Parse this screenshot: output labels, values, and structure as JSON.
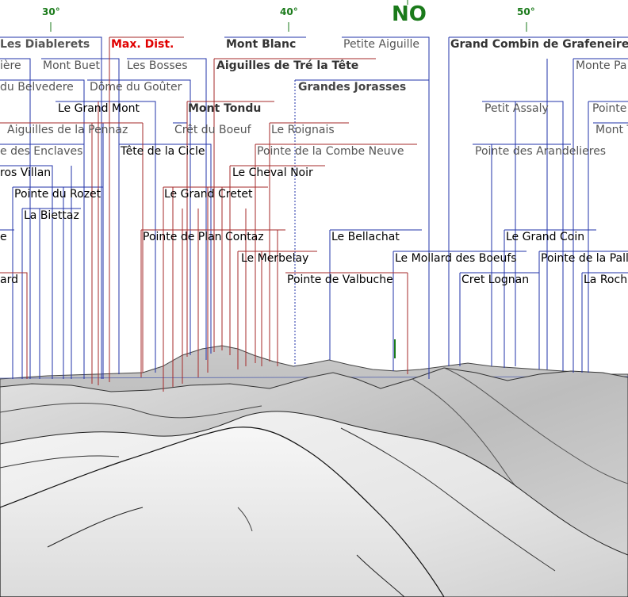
{
  "compass": {
    "deg30": "30°",
    "deg40": "40°",
    "dir": "NO",
    "deg50": "50°"
  },
  "colors": {
    "blue_leader": "#2233aa",
    "red_leader": "#a52a2a",
    "compass_green": "#1a7a1a",
    "max_dist_red": "#e00000"
  },
  "peaks": {
    "les_diablerets": "Les Diablerets",
    "max_dist": "Max. Dist.",
    "mont_blanc": "Mont Blanc",
    "petite_aiguille": "Petite Aiguille",
    "grand_combin": "Grand Combin de Grafeneire",
    "iere": "ière",
    "mont_buet": "Mont Buet",
    "les_bosses": "Les Bosses",
    "aiguilles_tre_la_tete": "Aiguilles de Tré la Tête",
    "monte_pa": "Monte Pa",
    "du_belvedere": "du Belvedere",
    "dome_du_gouter": "Dôme du Goûter",
    "grandes_jorasses": "Grandes Jorasses",
    "le_grand_mont": "Le Grand Mont",
    "mont_tondu": "Mont Tondu",
    "petit_assaly": "Petit Assaly",
    "pointe_cut": "Pointe",
    "aiguilles_pennaz": "Aiguilles de la Pennaz",
    "cret_du_boeuf": "Crêt du Boeuf",
    "le_roignais": "Le Roignais",
    "mont_t": "Mont T",
    "des_enclaves": "e des Enclaves",
    "tete_de_la_cicle": "Tête de la Cicle",
    "pointe_combe_neuve": "Pointe de la Combe Neuve",
    "pointe_arandelieres": "Pointe des Arandelieres",
    "ros_villan": "ros Villan",
    "le_cheval_noir": "Le Cheval Noir",
    "pointe_du_rozet": "Pointe du Rozet",
    "le_grand_cretet": "Le Grand Cretet",
    "la_biettaz": "La Biettaz",
    "e_cut": "e",
    "pointe_plan_contaz": "Pointe de Plan Contaz",
    "le_bellachat": "Le Bellachat",
    "le_grand_coin": "Le Grand Coin",
    "le_merbelay": "Le Merbelay",
    "le_mollard_des_boeufs": "Le Mollard des Boeufs",
    "pointe_de_la_pall": "Pointe de la Pall",
    "ard": "ard",
    "pointe_valbuche": "Pointe de Valbuche",
    "cret_lognan": "Cret Lognan",
    "la_roch": "La Roch"
  }
}
